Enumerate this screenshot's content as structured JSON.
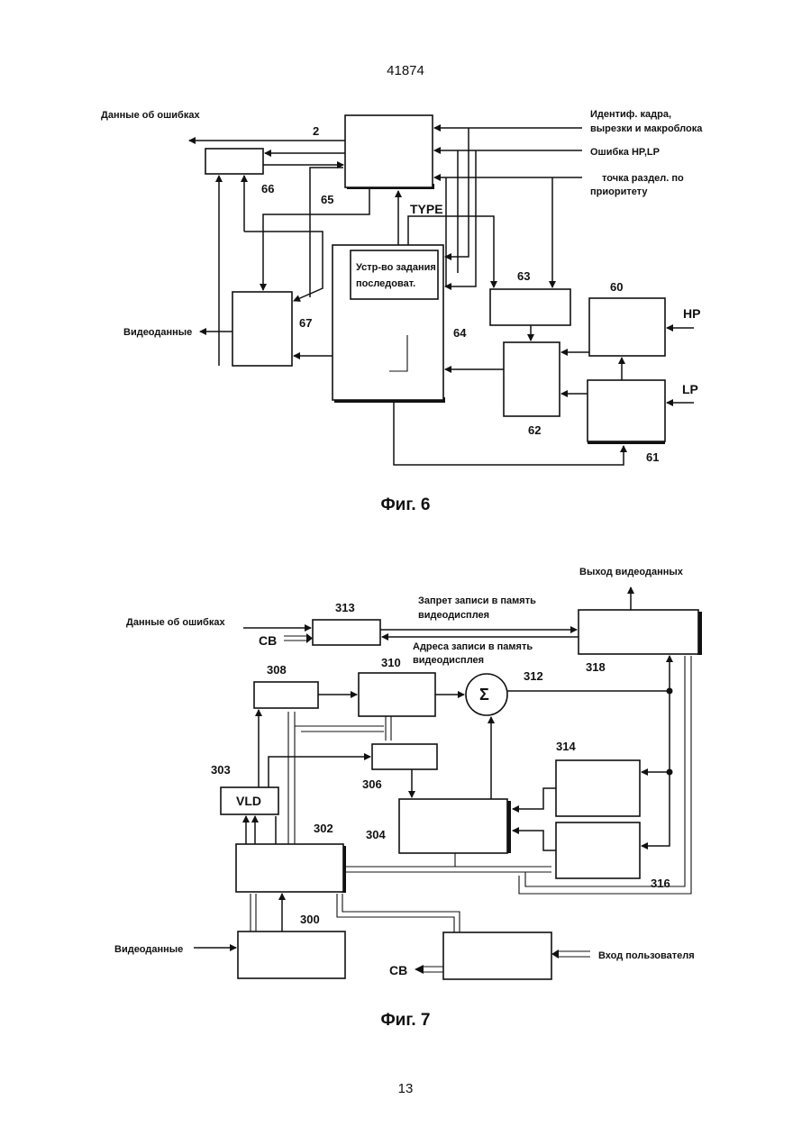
{
  "page": {
    "doc_number": "41874",
    "page_number": "13"
  },
  "fig6": {
    "caption": "Фиг. 6",
    "labels": {
      "error_data": "Данные об ошибках",
      "ident_line1": "Идентиф. кадра,",
      "ident_line2": "вырезки и макроблока",
      "error_hp_lp": "Ошибка HP,LP",
      "split_line1": "точка раздел. по",
      "split_line2": "приоритету",
      "type": "TYPE",
      "seq_line1": "Устр-во задания",
      "seq_line2": "последоват.",
      "video_data": "Видеоданные",
      "hp": "HP",
      "lp": "LP"
    },
    "numbers": {
      "n2": "2",
      "n65": "65",
      "n66": "66",
      "n67": "67",
      "n64": "64",
      "n63": "63",
      "n60": "60",
      "n62": "62",
      "n61": "61"
    }
  },
  "fig7": {
    "caption": "Фиг. 7",
    "labels": {
      "video_out": "Выход видеоданных",
      "error_data": "Данные об ошибках",
      "cb_in": "CB",
      "write_ban_line1": "Запрет записи в память",
      "write_ban_line2": "видеодисплея",
      "write_addr_line1": "Адреса записи в память",
      "write_addr_line2": "видеодисплея",
      "sigma": "Σ",
      "vld": "VLD",
      "video_data": "Видеоданные",
      "user_input": "Вход пользователя",
      "cb_out": "CB"
    },
    "numbers": {
      "n313": "313",
      "n318": "318",
      "n308": "308",
      "n310": "310",
      "n312": "312",
      "n303": "303",
      "n306": "306",
      "n314": "314",
      "n304": "304",
      "n302": "302",
      "n316": "316",
      "n300": "300"
    }
  }
}
